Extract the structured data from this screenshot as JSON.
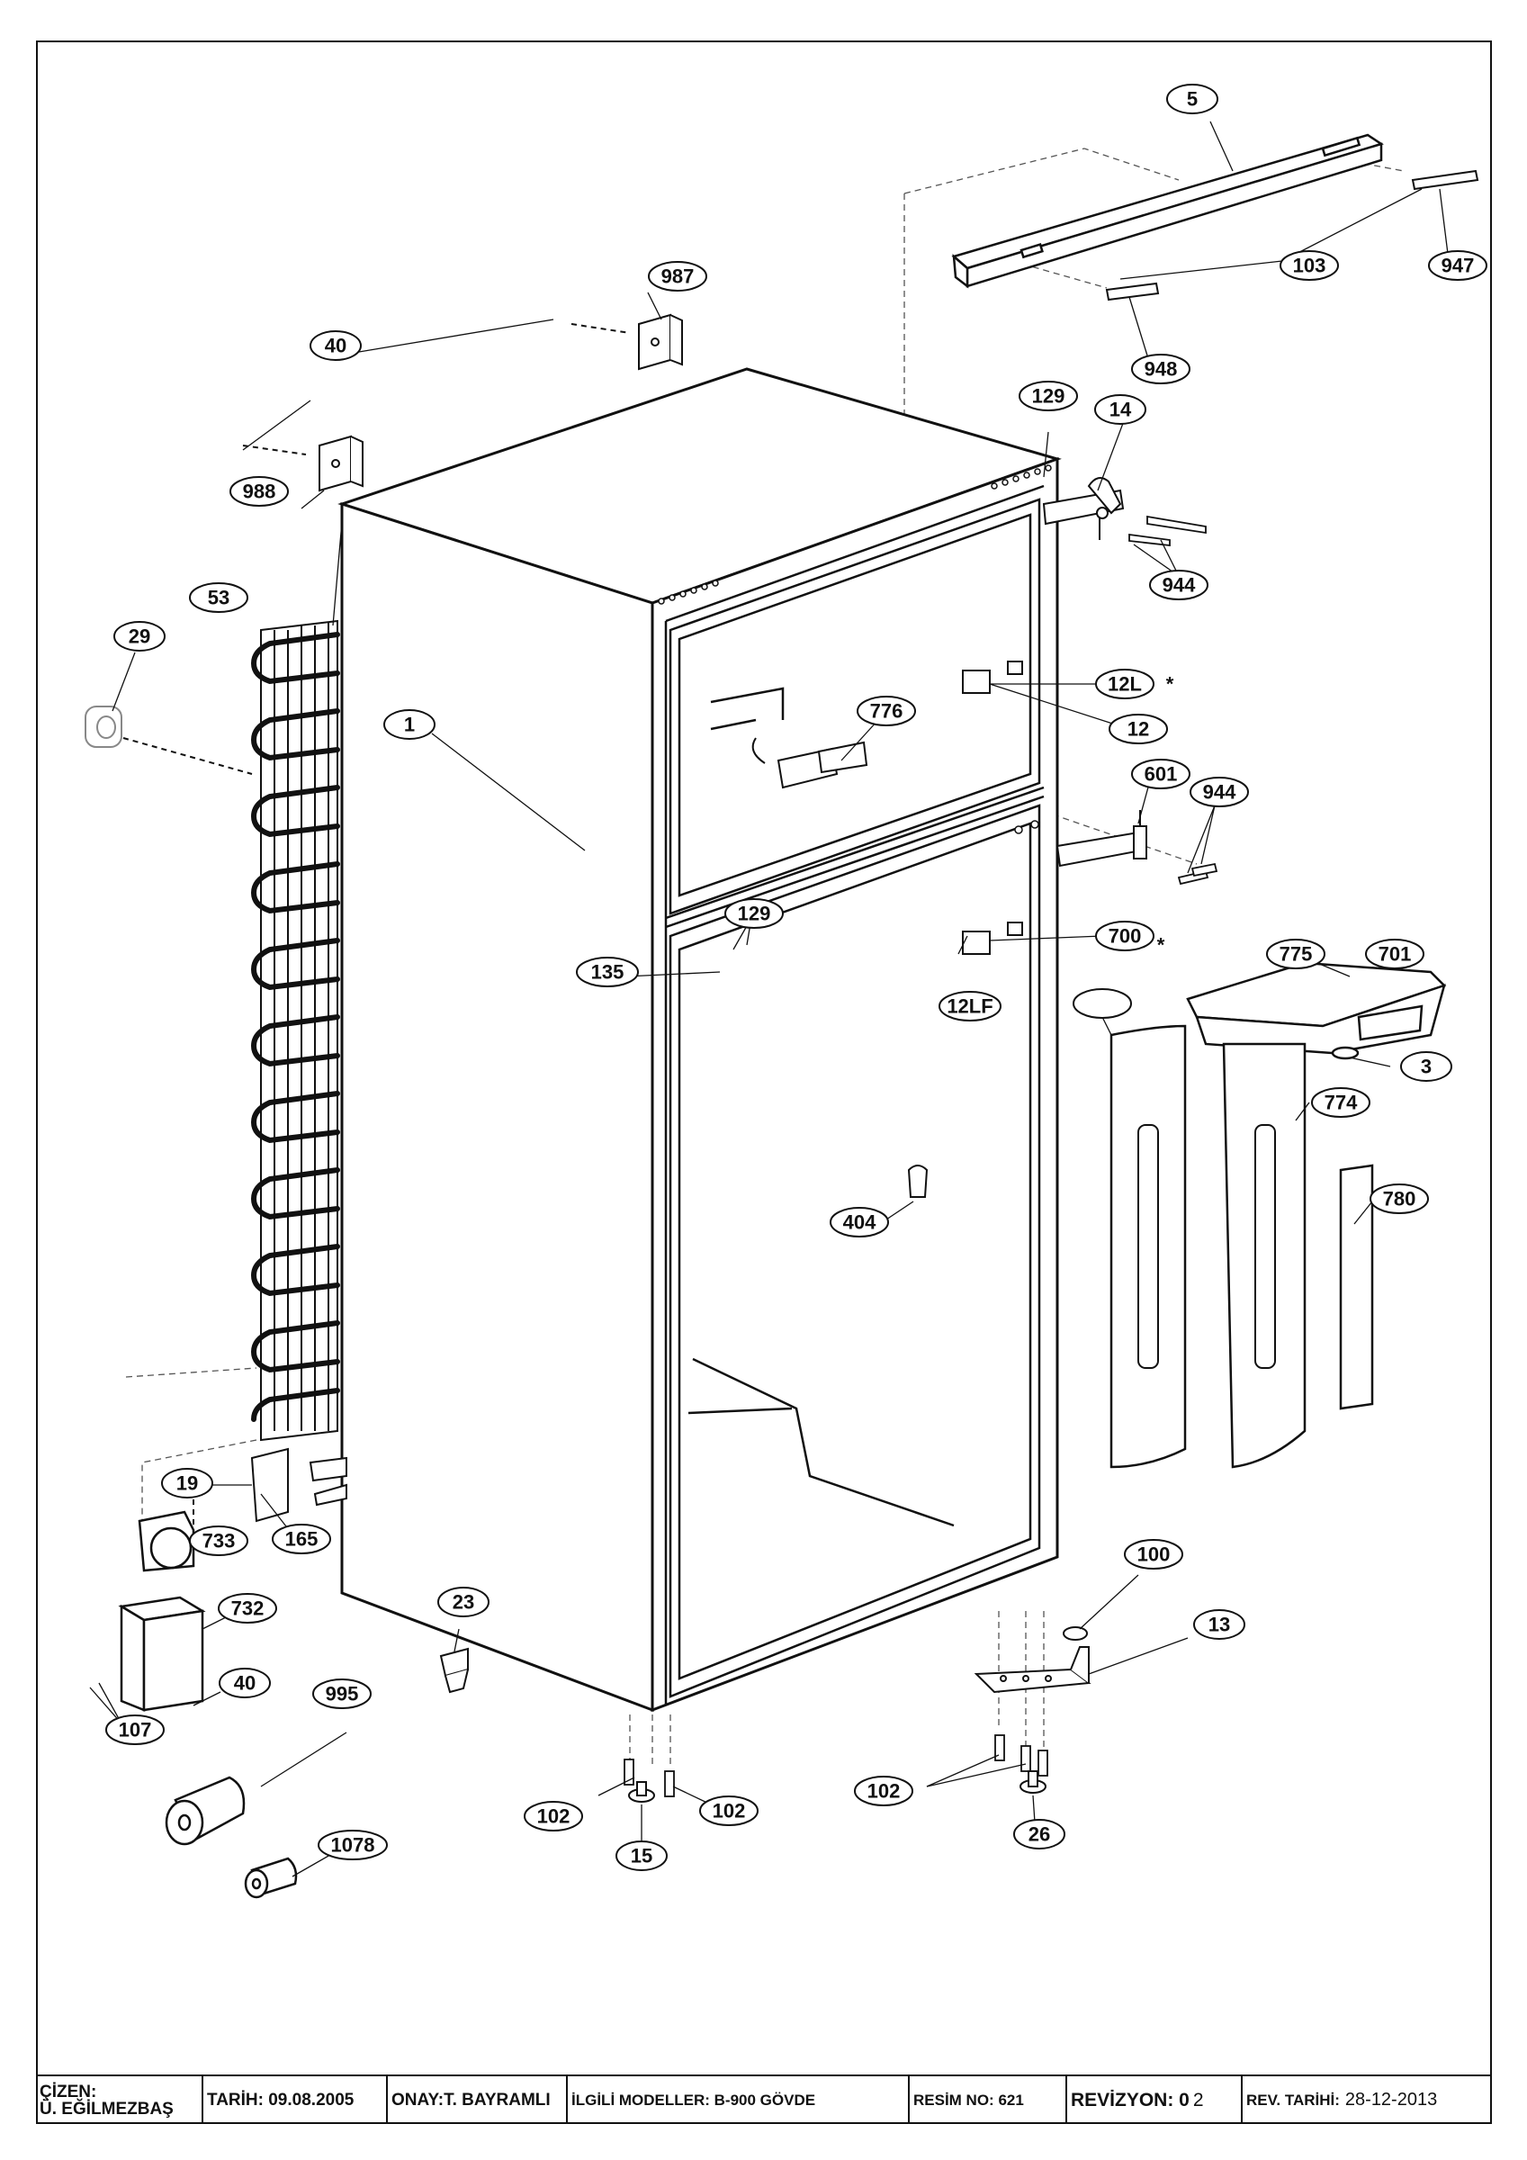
{
  "diagram": {
    "asterisk": "*",
    "callouts": {
      "c1": "1",
      "c3": "3",
      "c5": "5",
      "c12": "12",
      "c12l": "12L",
      "c12lf": "12LF",
      "c13": "13",
      "c14": "14",
      "c15": "15",
      "c19": "19",
      "c23": "23",
      "c26": "26",
      "c29": "29",
      "c40a": "40",
      "c40b": "40",
      "c53": "53",
      "c100": "100",
      "c102a": "102",
      "c102b": "102",
      "c102c": "102",
      "c103": "103",
      "c107": "107",
      "c129a": "129",
      "c129b": "129",
      "c135": "135",
      "c165": "165",
      "c404": "404",
      "c601": "601",
      "c700": "700",
      "c701": "701",
      "c732": "732",
      "c733": "733",
      "c774": "774",
      "c775": "775",
      "c776": "776",
      "c780": "780",
      "c944a": "944",
      "c944b": "944",
      "c947": "947",
      "c948": "948",
      "c987": "987",
      "c988": "988",
      "c995": "995",
      "c1078": "1078"
    }
  },
  "title_block": {
    "cizen": "ÇİZEN:",
    "cizen_name": "Ü. EĞİLMEZBAŞ",
    "tarih": "TARİH: 09.08.2005",
    "onay": "ONAY:T. BAYRAMLI",
    "modeller": "İLGİLİ MODELLER:  B-900 GÖVDE",
    "resim": "RESİM NO: 621",
    "revizyon": "REVİZYON: 0",
    "revizyon_no": "2",
    "rev_tarihi": "REV. TARİHİ:",
    "rev_tarihi_val": "28-12-2013"
  }
}
